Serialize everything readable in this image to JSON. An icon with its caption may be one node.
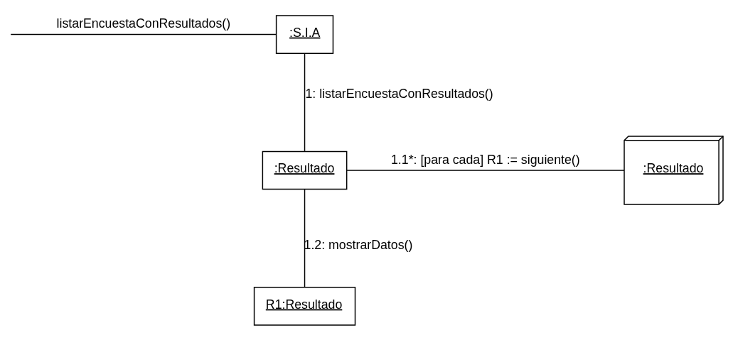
{
  "diagram": {
    "nodes": [
      {
        "text": [
          ":S.I.A"
        ]
      },
      {
        "text": [
          ":Resultado"
        ]
      },
      {
        "text": [
          ":Resultado"
        ]
      },
      {
        "text": [
          "R1:Resultado"
        ]
      }
    ],
    "edges": [
      {
        "from": null,
        "to": 0,
        "arrow": "none",
        "label": "listarEncuestaConResultados()"
      },
      {
        "from": 0,
        "to": 1,
        "arrow": "none",
        "label": "1: listarEncuestaConResultados()"
      },
      {
        "from": 1,
        "to": 2,
        "arrow": "none",
        "label": "1.1*: [para cada] R1 := siguiente()"
      },
      {
        "from": 1,
        "to": 3,
        "arrow": "none",
        "label": "1.2: mostrarDatos()"
      }
    ]
  }
}
